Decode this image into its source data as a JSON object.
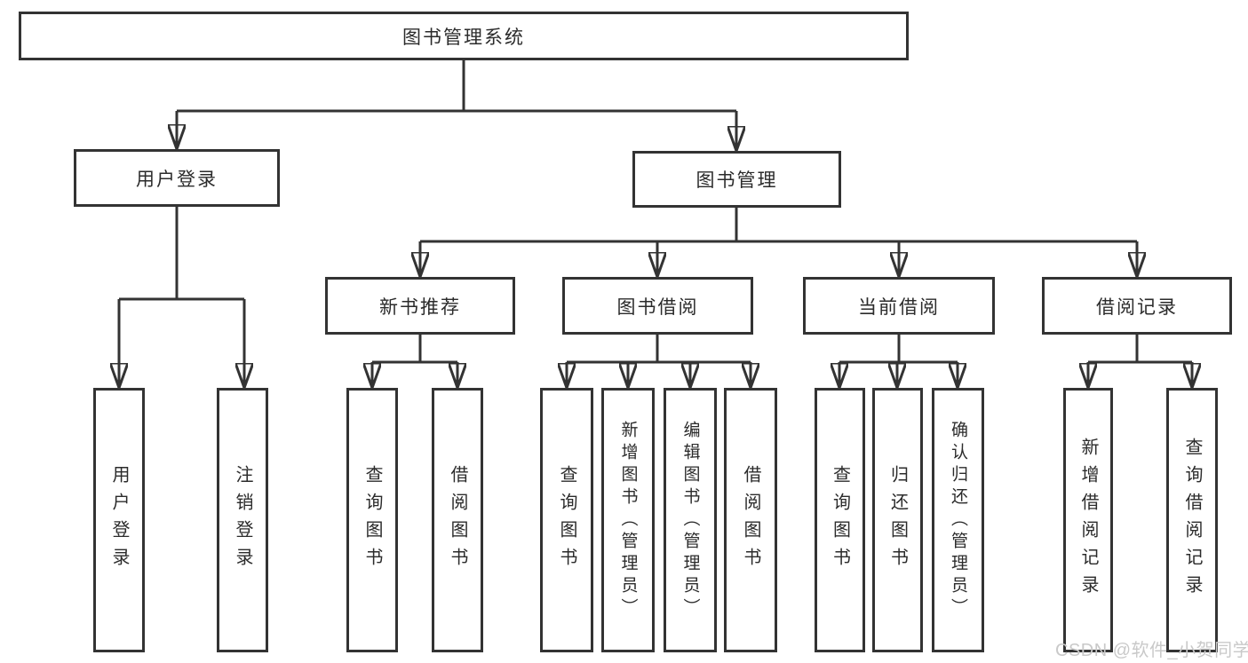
{
  "diagram": {
    "root": {
      "label": "图书管理系统",
      "children": [
        {
          "label": "用户登录",
          "children": [
            {
              "label": "用户登录"
            },
            {
              "label": "注销登录"
            }
          ]
        },
        {
          "label": "图书管理",
          "children": [
            {
              "label": "新书推荐",
              "children": [
                {
                  "label": "查询图书"
                },
                {
                  "label": "借阅图书"
                }
              ]
            },
            {
              "label": "图书借阅",
              "children": [
                {
                  "label": "查询图书"
                },
                {
                  "label": "新增图书（管理员）"
                },
                {
                  "label": "编辑图书（管理员）"
                },
                {
                  "label": "借阅图书"
                }
              ]
            },
            {
              "label": "当前借阅",
              "children": [
                {
                  "label": "查询图书"
                },
                {
                  "label": "归还图书"
                },
                {
                  "label": "确认归还（管理员）"
                }
              ]
            },
            {
              "label": "借阅记录",
              "children": [
                {
                  "label": "新增借阅记录"
                },
                {
                  "label": "查询借阅记录"
                }
              ]
            }
          ]
        }
      ]
    },
    "colors": {
      "line": "#333333",
      "text": "#2b2b2b",
      "box_fill": "#ffffff",
      "background": "#ffffff"
    }
  },
  "watermark": {
    "text": "CSDN @软件_小贺同学",
    "color": "#c9c9c9"
  }
}
